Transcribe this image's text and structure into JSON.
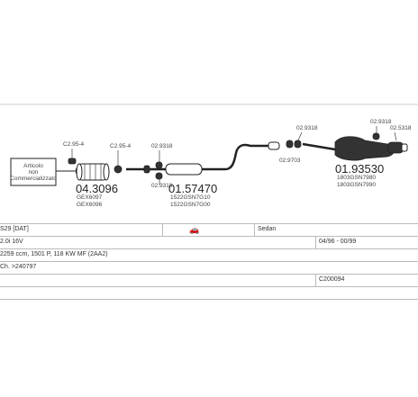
{
  "box_label": [
    "Articolo",
    "non",
    "Commercializzato"
  ],
  "parts": {
    "p1": {
      "code": "C2.95-4"
    },
    "p2": {
      "code": "04.3096",
      "sub": [
        "GEX6097",
        "GEX6096"
      ]
    },
    "p3": {
      "code": "C2.95-4"
    },
    "p4": {
      "code": "02.9318"
    },
    "p5": {
      "code": "02.9318"
    },
    "p6": {
      "code": "01.57470",
      "sub": [
        "1522GSN7G10",
        "1522GSN7G00"
      ]
    },
    "p7": {
      "code": "02.9318"
    },
    "p8": {
      "code": "02.9703"
    },
    "p9": {
      "code": "01.93530",
      "sub": [
        "1803GSN7980",
        "1803GSN7990"
      ]
    },
    "p10": {
      "code": "02.9318"
    },
    "p11": {
      "code": "02.5318"
    }
  },
  "rows": {
    "model": "S29 [DAT]",
    "body": "Sedan",
    "engine": "2.0i 16V",
    "years": "04/96 - 00/99",
    "specs": "2259 ccm, 1501 P, 118 KW MF (2AA2)",
    "chassis": "Ch. >240797",
    "code": "C200094"
  },
  "icons": {
    "car": "sedan-car-icon"
  }
}
